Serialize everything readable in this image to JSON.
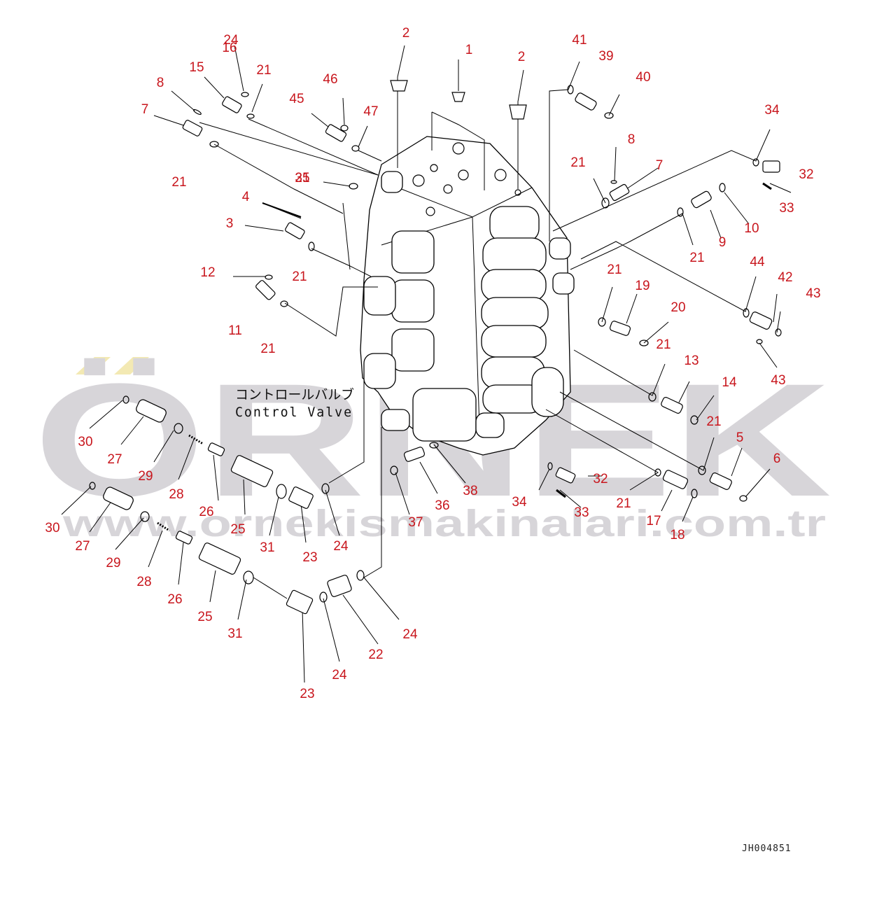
{
  "title_jp": "コントロールバルブ",
  "title_en": "Control Valve",
  "figure_code": "JH004851",
  "watermark": {
    "brand": "ÖRNEK",
    "url": "www.ornekismakinalari.com.tr",
    "brand_color": "#d7d5d9",
    "dots_color": "#f3e9b3"
  },
  "callout_color": "#c8161d",
  "callouts": [
    "1",
    "2",
    "2",
    "3",
    "4",
    "5",
    "6",
    "7",
    "7",
    "8",
    "8",
    "9",
    "10",
    "11",
    "12",
    "13",
    "14",
    "15",
    "16",
    "17",
    "18",
    "19",
    "20",
    "21",
    "21",
    "21",
    "21",
    "21",
    "21",
    "21",
    "21",
    "21",
    "21",
    "21",
    "22",
    "23",
    "23",
    "24",
    "24",
    "24",
    "24",
    "25",
    "25",
    "26",
    "26",
    "27",
    "27",
    "28",
    "28",
    "29",
    "29",
    "30",
    "30",
    "31",
    "31",
    "32",
    "32",
    "33",
    "33",
    "34",
    "34",
    "35",
    "36",
    "37",
    "38",
    "39",
    "40",
    "41",
    "42",
    "43",
    "43",
    "44",
    "45",
    "46",
    "47"
  ]
}
